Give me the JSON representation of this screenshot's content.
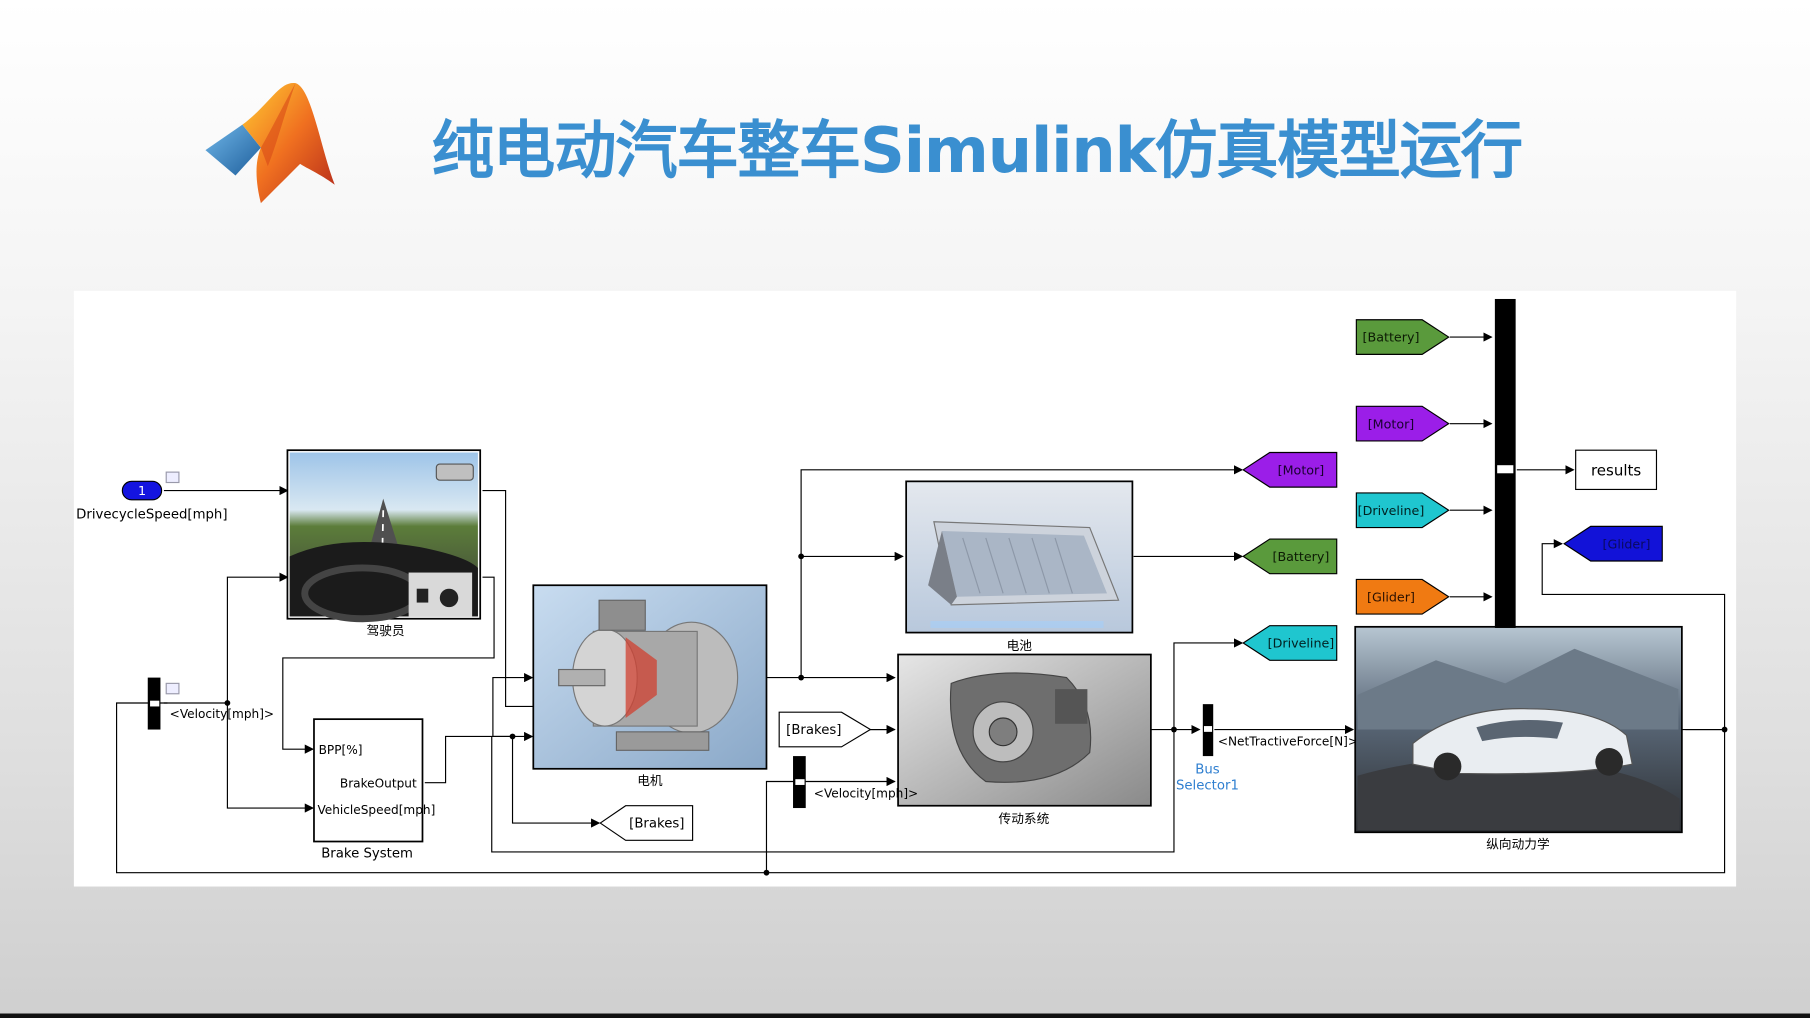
{
  "title": "纯电动汽车整车Simulink仿真模型运行",
  "colors": {
    "title": "#3a8fd0",
    "battery_tag": "#5a9a3c",
    "motor_tag": "#9b1ee8",
    "driveline_tag": "#1fc6cf",
    "glider_tag": "#f07a12",
    "glider_from_tag": "#1212d8",
    "inport": "#1414e0"
  },
  "diagram": {
    "inport": {
      "number": "1",
      "label": "DrivecycleSpeed[mph]"
    },
    "driver": {
      "caption": "驾驶员"
    },
    "brake_system": {
      "caption": "Brake System",
      "port_bpp": "BPP[%]",
      "port_brake_output": "BrakeOutput",
      "port_vehicle_speed": "VehicleSpeed[mph]"
    },
    "motor": {
      "caption": "电机"
    },
    "battery": {
      "caption": "电池"
    },
    "driveline": {
      "caption": "传动系统"
    },
    "vehicle": {
      "caption": "纵向动力学"
    },
    "bus_selector": {
      "caption_line1": "Bus",
      "caption_line2": "Selector1",
      "signal": "<NetTractiveForce[N]>"
    },
    "velocity_signal_1": "<Velocity[mph]>",
    "velocity_signal_2": "<Velocity[mph]>",
    "brakes_goto": "[Brakes]",
    "brakes_from": "[Brakes]",
    "goto_motor": "[Motor]",
    "goto_battery": "[Battery]",
    "goto_driveline": "[Driveline]",
    "from_battery": "[Battery]",
    "from_motor": "[Motor]",
    "from_driveline": "[Driveline]",
    "from_glider": "[Glider]",
    "goto_glider": "[Glider]",
    "results": "results"
  }
}
